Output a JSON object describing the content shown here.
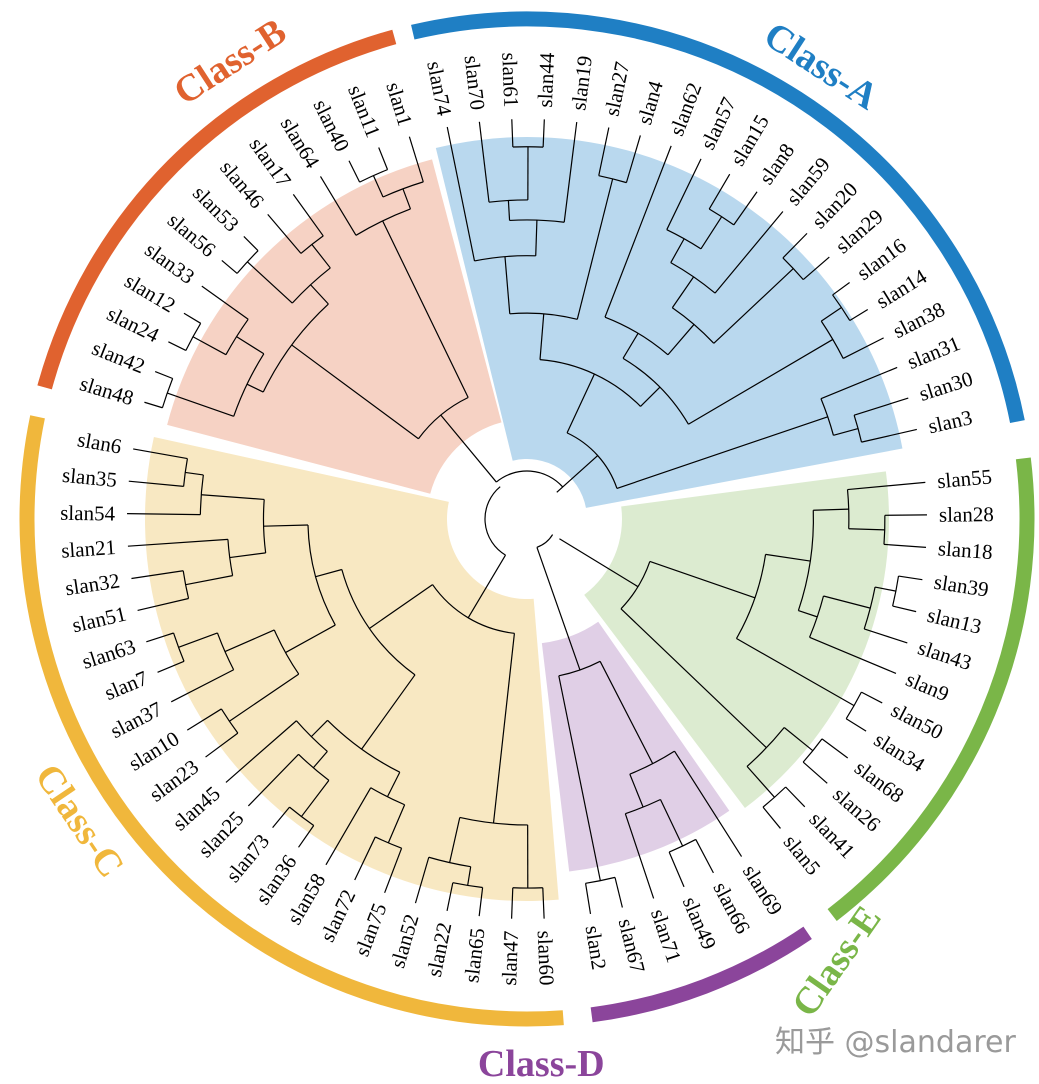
{
  "chart_data": {
    "type": "circular-dendrogram",
    "classes": [
      {
        "name": "Class-A",
        "color": "#1f7fc4",
        "fill": "#b9d8ee",
        "leaves": [
          "slan74",
          "slan70",
          "slan61",
          "slan44",
          "slan19",
          "slan27",
          "slan4",
          "slan62",
          "slan57",
          "slan15",
          "slan8",
          "slan59",
          "slan20",
          "slan29",
          "slan16",
          "slan14",
          "slan38",
          "slan31",
          "slan30",
          "slan3"
        ]
      },
      {
        "name": "Class-E",
        "color": "#7ab648",
        "fill": "#dcebd0",
        "leaves": [
          "slan55",
          "slan28",
          "slan18",
          "slan39",
          "slan13",
          "slan43",
          "slan9",
          "slan50",
          "slan34",
          "slan68",
          "slan26",
          "slan41",
          "slan5"
        ]
      },
      {
        "name": "Class-D",
        "color": "#8b459b",
        "fill": "#e0cfe6",
        "leaves": [
          "slan69",
          "slan66",
          "slan49",
          "slan71",
          "slan67",
          "slan2"
        ]
      },
      {
        "name": "Class-C",
        "color": "#f0b73c",
        "fill": "#f8e8c2",
        "leaves": [
          "slan60",
          "slan47",
          "slan65",
          "slan22",
          "slan52",
          "slan75",
          "slan72",
          "slan58",
          "slan36",
          "slan73",
          "slan25",
          "slan45",
          "slan23",
          "slan10",
          "slan37",
          "slan7",
          "slan63",
          "slan51",
          "slan32",
          "slan21",
          "slan54",
          "slan35",
          "slan6"
        ]
      },
      {
        "name": "Class-B",
        "color": "#e0622f",
        "fill": "#f6d2c4",
        "leaves": [
          "slan48",
          "slan42",
          "slan24",
          "slan12",
          "slan33",
          "slan56",
          "slan53",
          "slan46",
          "slan17",
          "slan64",
          "slan40",
          "slan11",
          "slan1"
        ]
      }
    ]
  },
  "watermark": "知乎 @slandarer"
}
